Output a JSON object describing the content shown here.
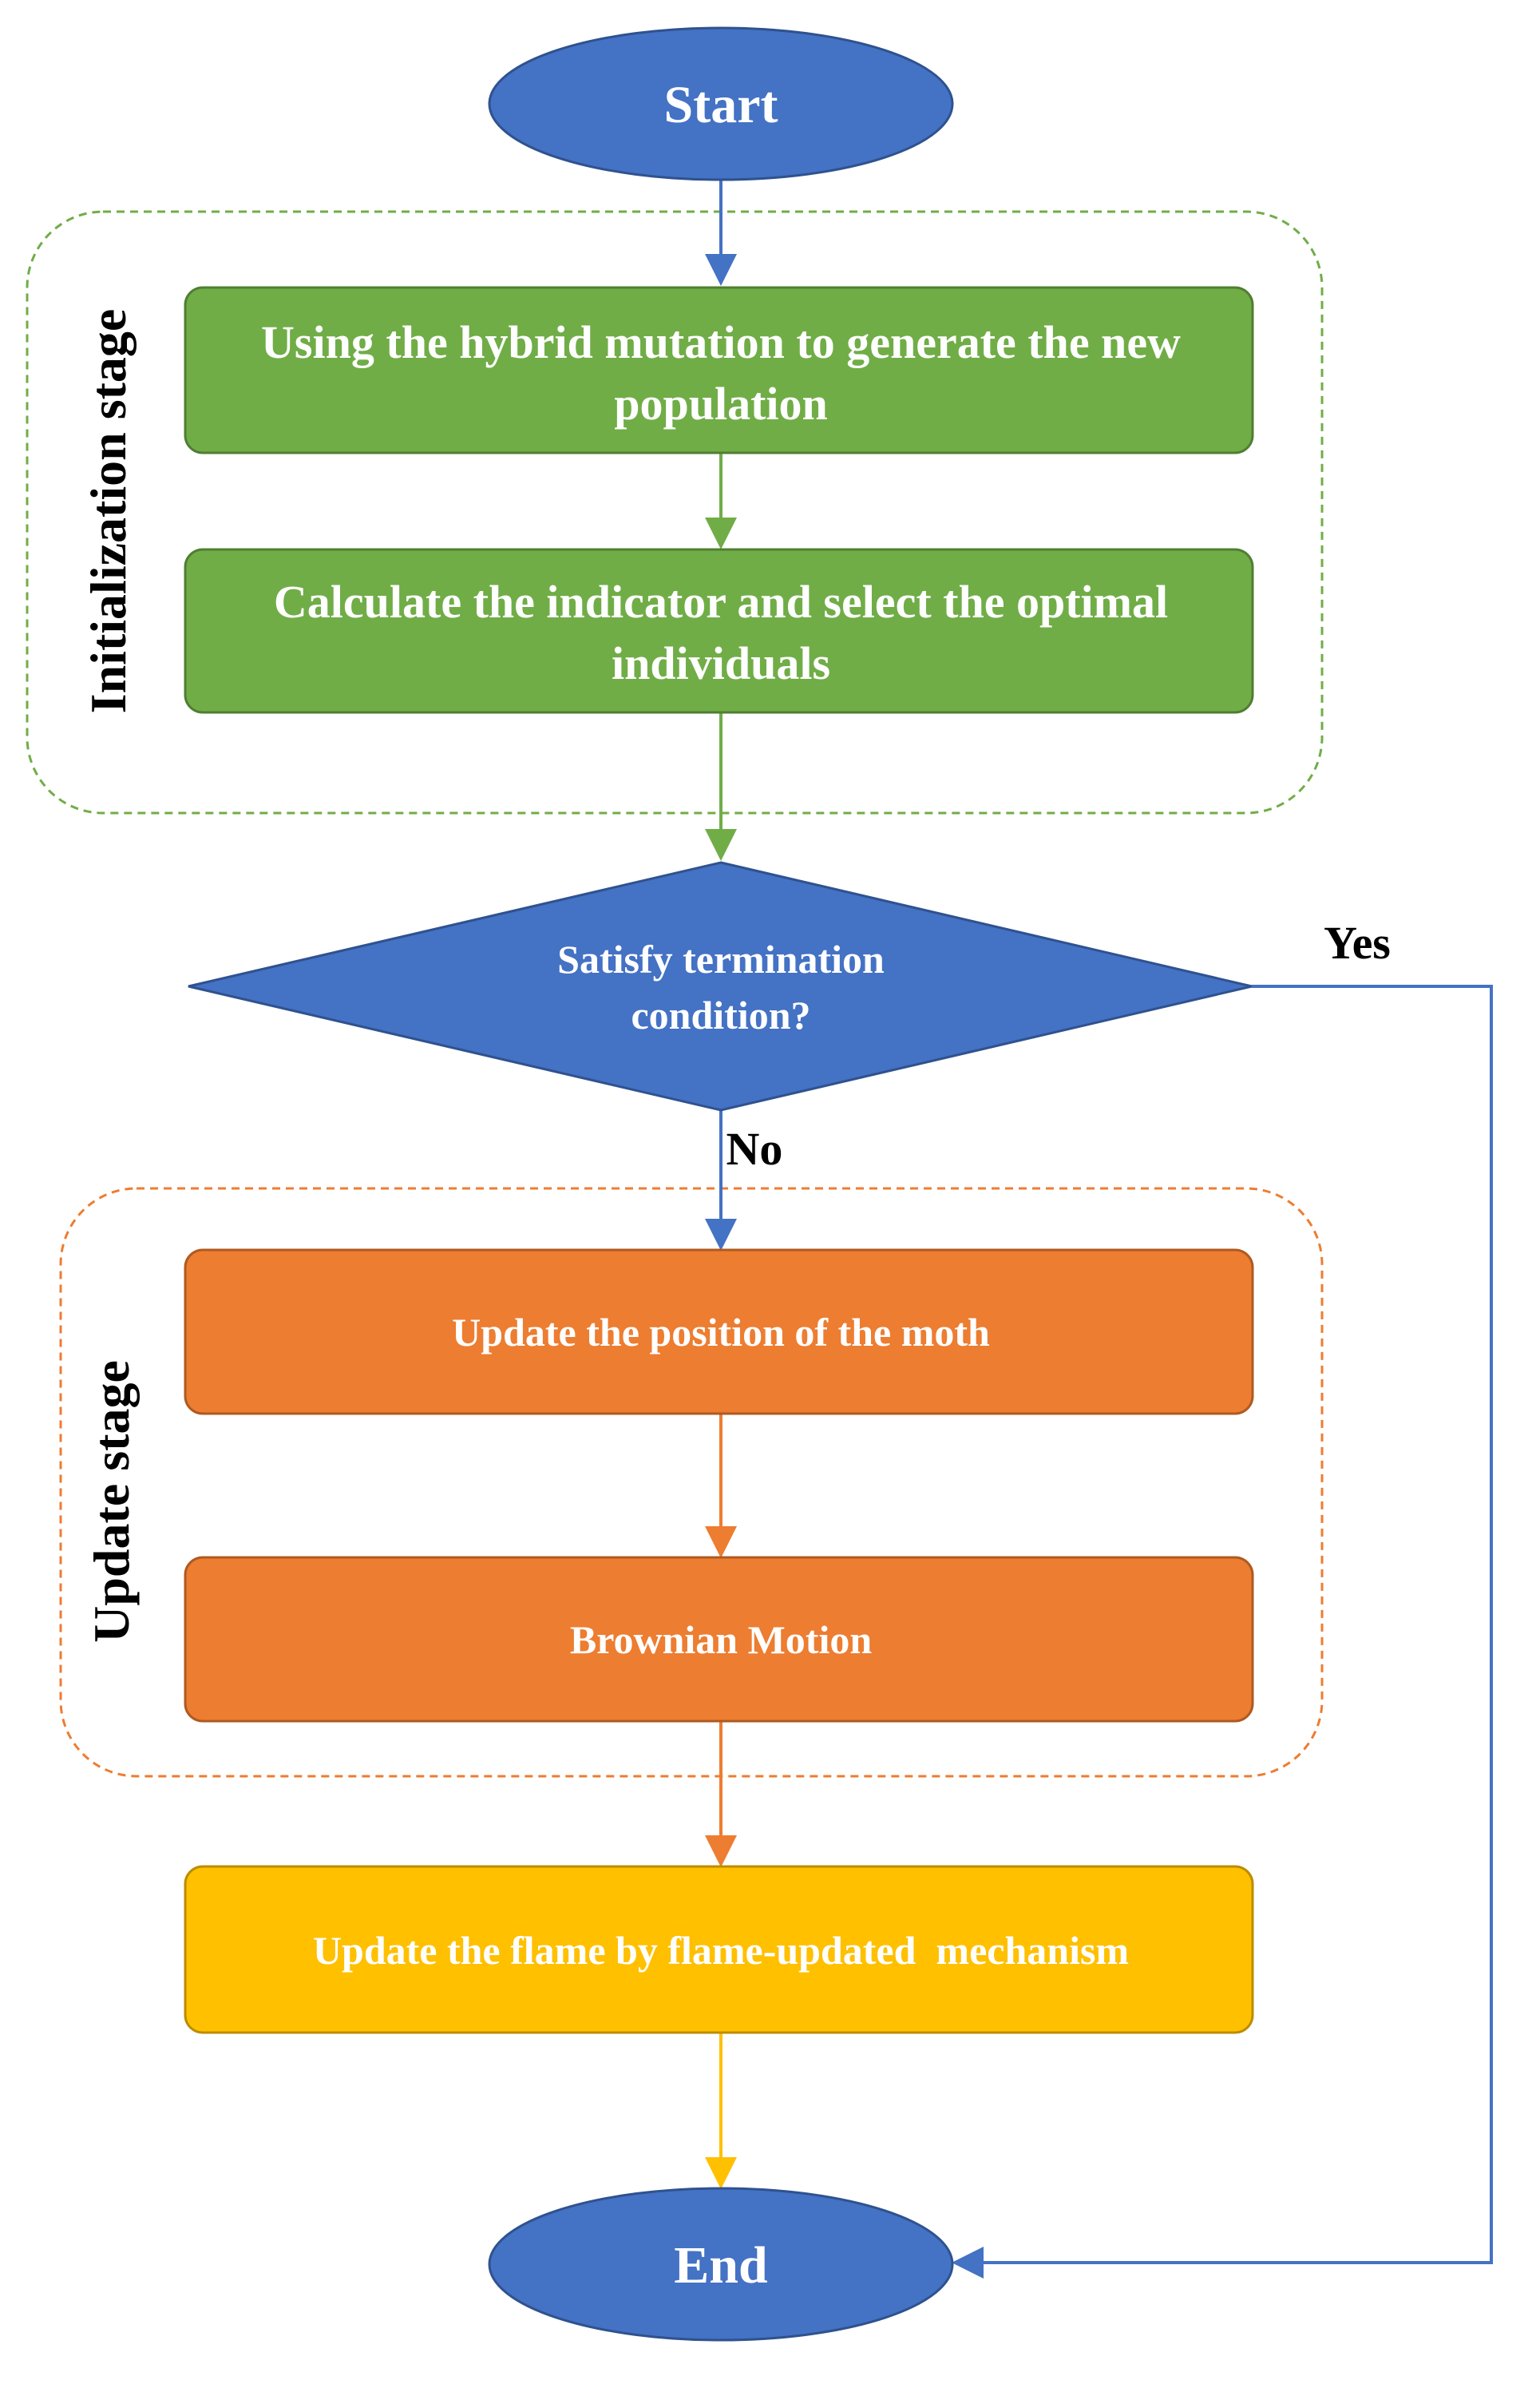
{
  "colors": {
    "blue": "#4472C4",
    "blue_stroke": "#2F528F",
    "green": "#70AD47",
    "green_stroke": "#507E32",
    "orange": "#ED7D31",
    "orange_stroke": "#AE5A21",
    "gold": "#FFC000",
    "gold_stroke": "#BC8C00"
  },
  "nodes": {
    "start": "Start",
    "hybrid_mutation": [
      "Using the hybrid mutation to generate the new",
      "population"
    ],
    "calculate_indicator": [
      "Calculate the indicator and select the optimal",
      "individuals"
    ],
    "termination": [
      "Satisfy termination",
      "condition?"
    ],
    "update_position": "Update the position of the moth",
    "brownian": "Brownian Motion",
    "update_flame": "Update the flame by flame-updated  mechanism",
    "end": "End"
  },
  "edge_labels": {
    "yes": "Yes",
    "no": "No"
  },
  "stages": {
    "initialization": "Initialization stage",
    "update": "Update stage"
  }
}
